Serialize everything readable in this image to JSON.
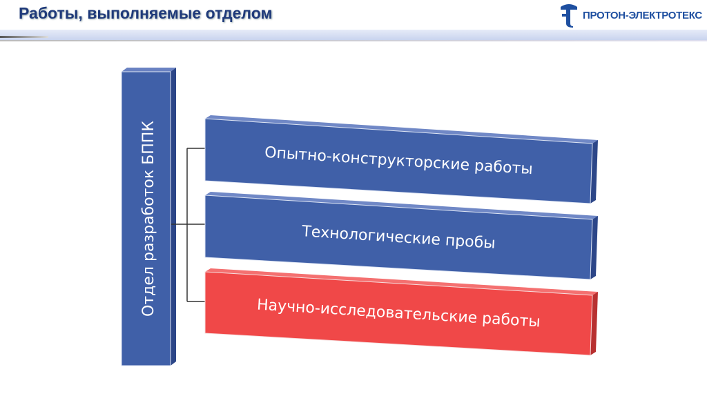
{
  "header": {
    "title": "Работы, выполняемые отделом",
    "logo_text": "ПРОТОН-ЭЛЕКТРОТЕКС"
  },
  "diagram": {
    "root": "Отдел разработок БППК",
    "children": [
      {
        "label": "Опытно-конструкторские работы",
        "color": "#4060a8"
      },
      {
        "label": "Технологические пробы",
        "color": "#4060a8"
      },
      {
        "label": "Научно-исследовательские работы",
        "color": "#f04848"
      }
    ]
  }
}
